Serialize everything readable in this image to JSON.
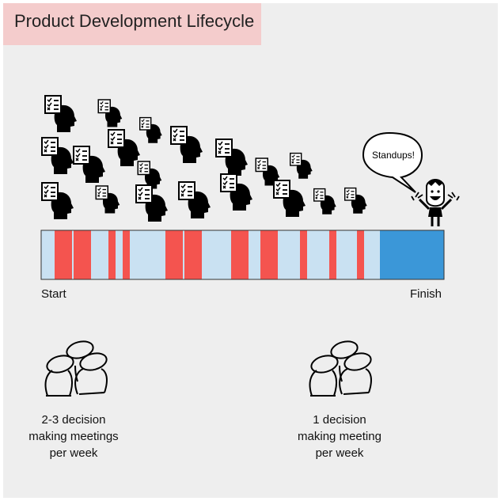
{
  "title": "Product Development Lifecycle",
  "labels": {
    "start": "Start",
    "finish": "Finish"
  },
  "speech_bubble": "Standups!",
  "captions": {
    "left": [
      "2-3 decision",
      "making meetings",
      "per week"
    ],
    "right": [
      "1 decision",
      "making meeting",
      "per week"
    ]
  },
  "icons": {
    "meeting_attendee": "person-head-with-checklist-icon",
    "happy_person": "waving-happy-person-icon",
    "group": "group-of-people-icon"
  },
  "colors": {
    "background": "#eeeeee",
    "title_bg": "#f4cccc",
    "segment_light": "#c9e1f2",
    "segment_red": "#f4544f",
    "segment_finish": "#3b97d8",
    "outline": "#333333"
  }
}
